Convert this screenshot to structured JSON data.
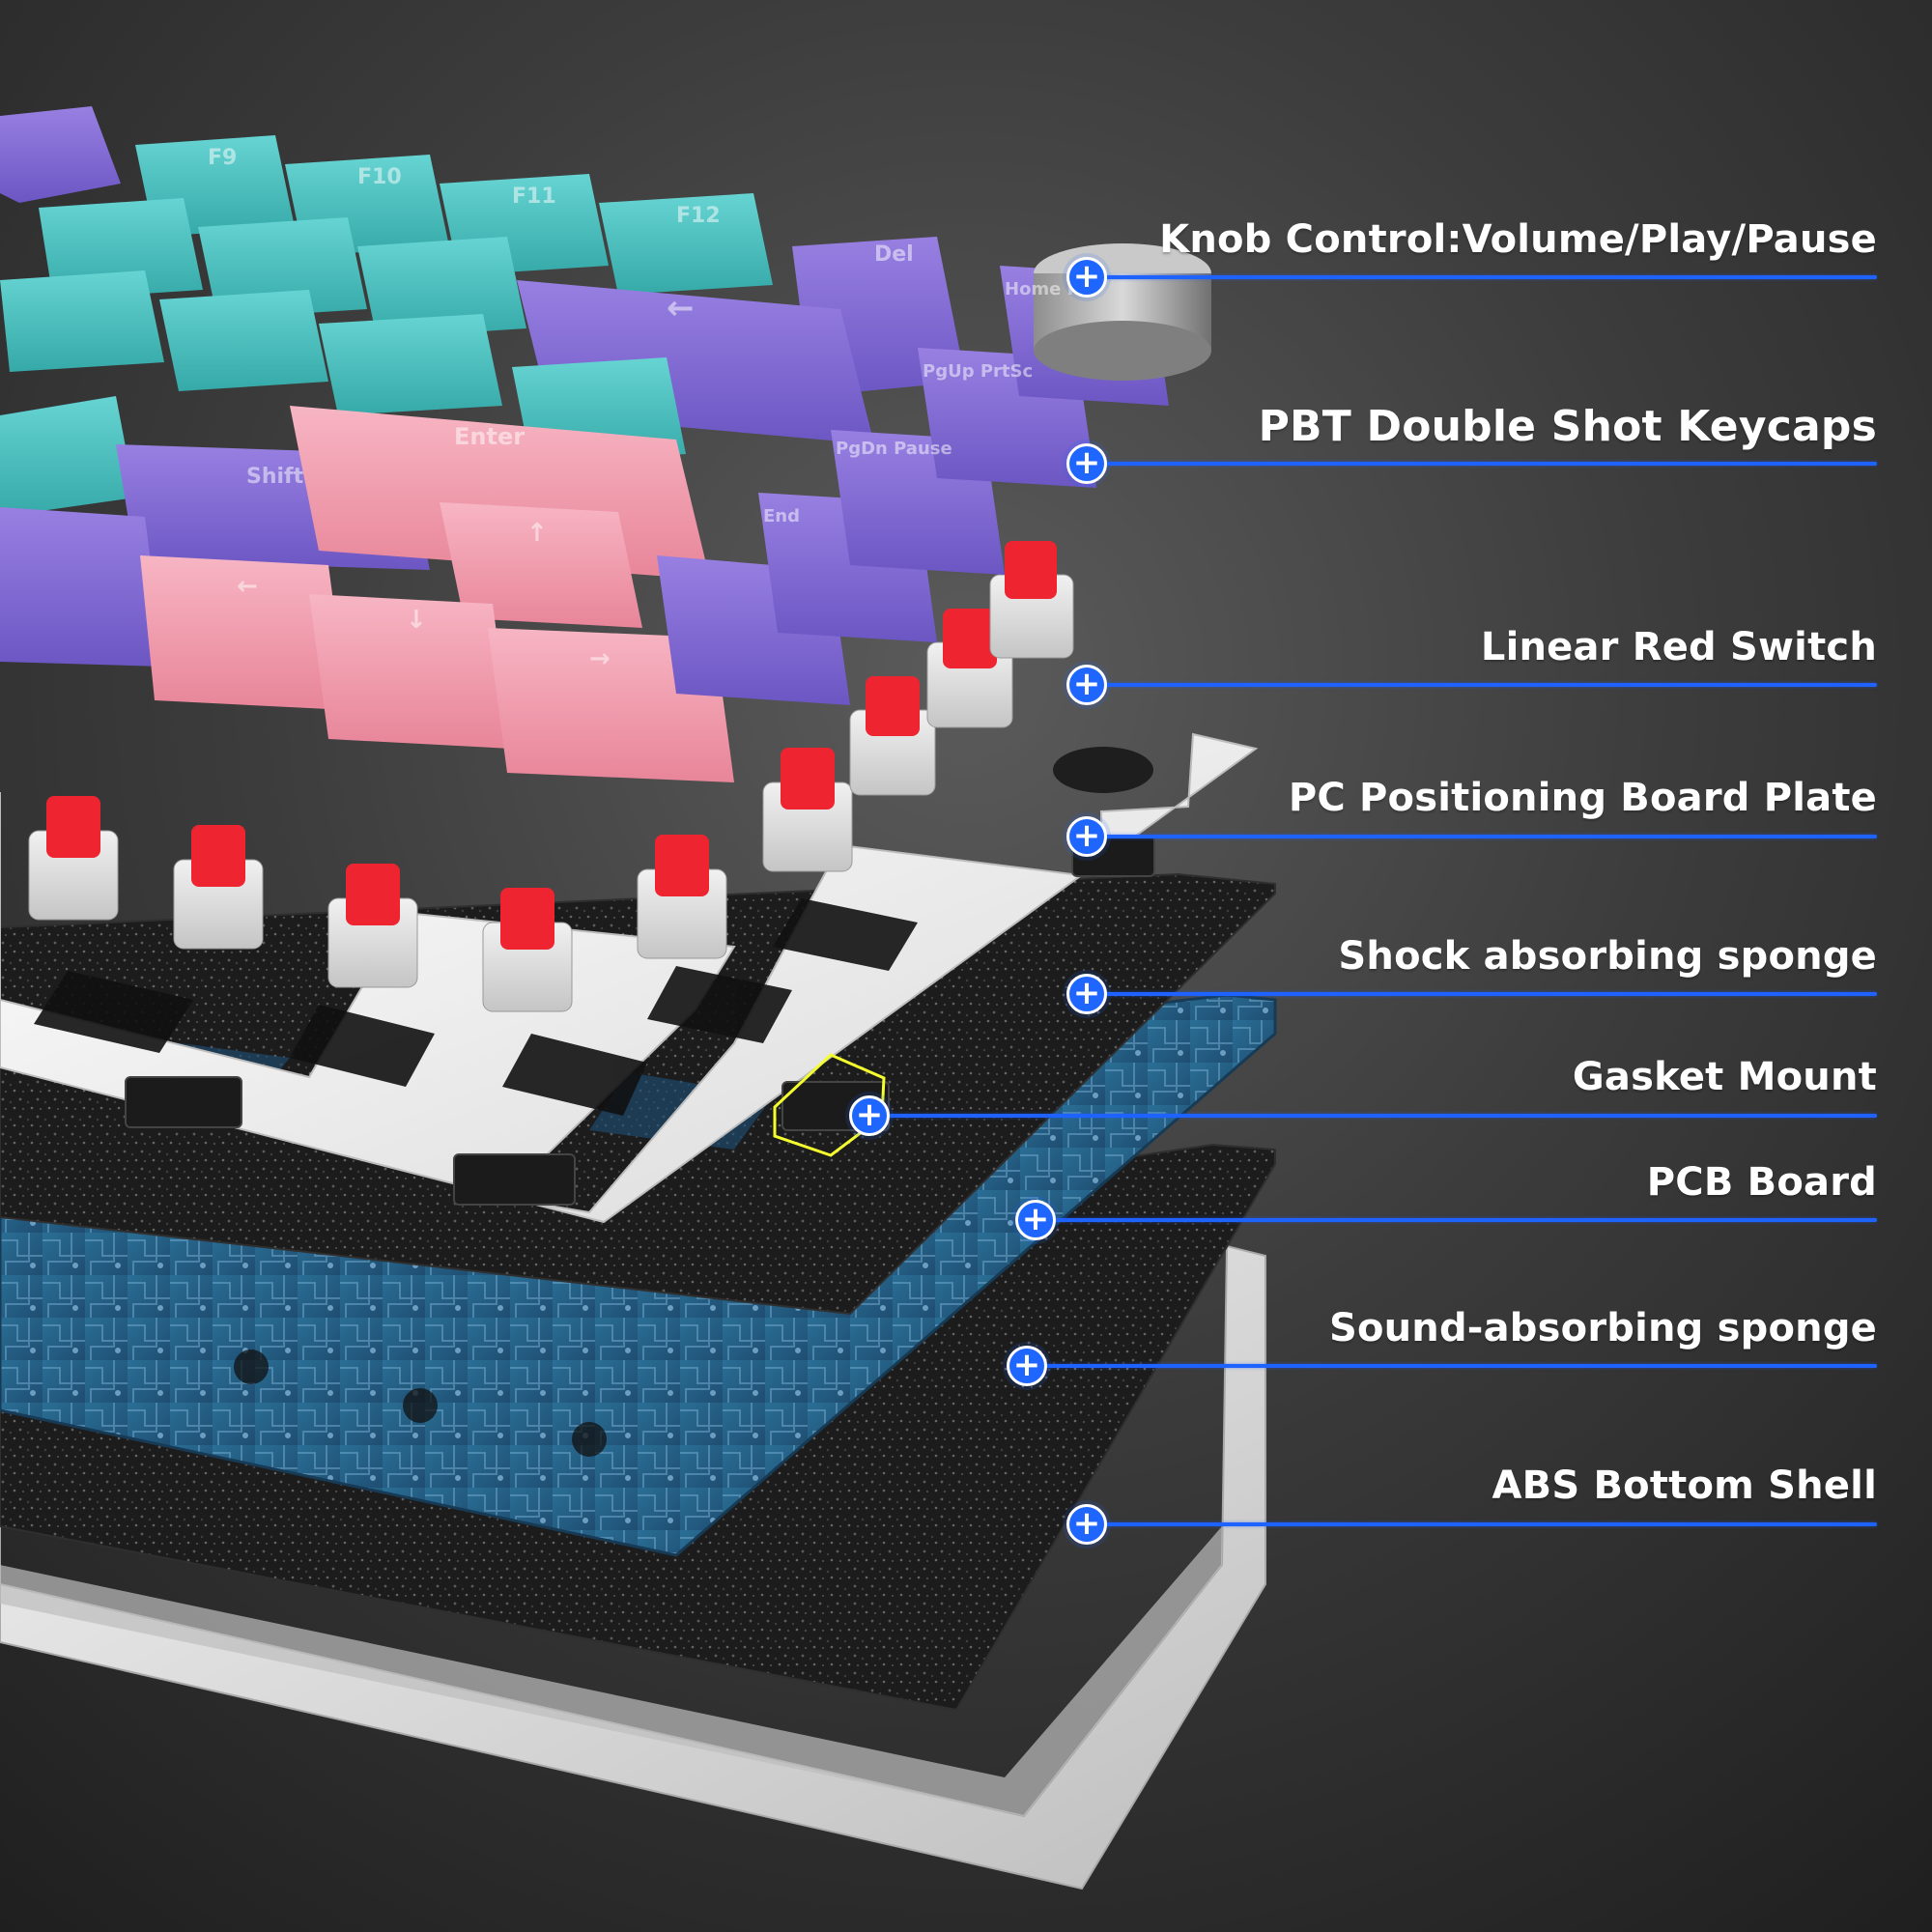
{
  "callouts": [
    {
      "label": "Knob Control:Volume/Play/Pause"
    },
    {
      "label": "PBT Double Shot Keycaps"
    },
    {
      "label": "Linear Red Switch"
    },
    {
      "label": "PC Positioning Board Plate"
    },
    {
      "label": "Shock absorbing sponge"
    },
    {
      "label": "Gasket Mount"
    },
    {
      "label": "PCB Board"
    },
    {
      "label": "Sound-absorbing sponge"
    },
    {
      "label": "ABS Bottom Shell"
    }
  ],
  "keycaps": {
    "f9": "F9",
    "f10": "F10",
    "f11": "F11",
    "f12": "F12",
    "del": "Del",
    "backspace": "←",
    "enter": "Enter",
    "shift": "Shift",
    "home": "Home Ins",
    "pgup": "PgUp PrtSc",
    "pgdn": "PgDn Pause",
    "end": "End",
    "up": "↑",
    "left": "←",
    "down": "↓",
    "right": "→"
  },
  "colors": {
    "accent": "#1e63ff",
    "keycap_teal": "#56c8c6",
    "keycap_purple": "#8c73db",
    "keycap_pink": "#f29db0",
    "switch_red": "#e5222d",
    "pcb": "#2d5f88",
    "plate": "#f0f0f0",
    "sponge": "#1f1f1f",
    "shell": "#d9d9d9"
  },
  "icons": {
    "callout_marker": "plus-icon"
  }
}
